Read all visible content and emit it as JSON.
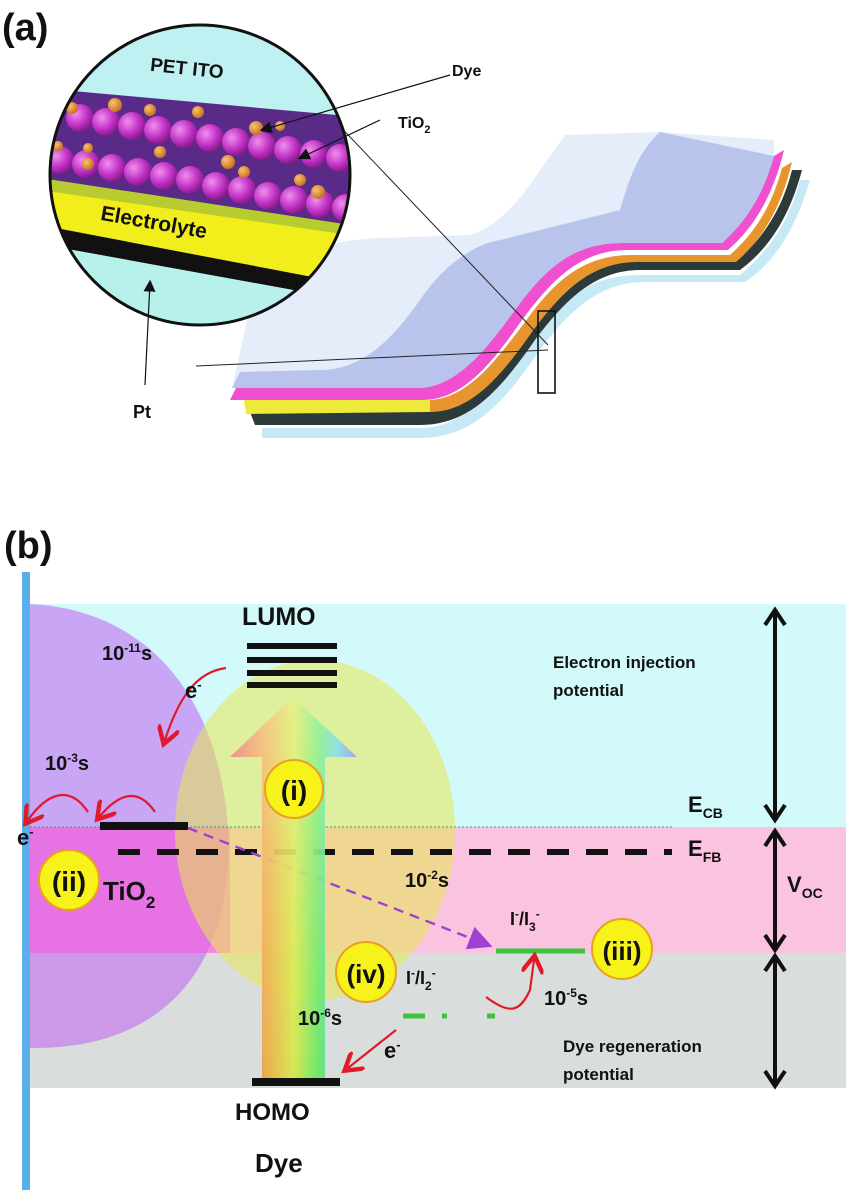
{
  "panel_a": {
    "label": "(a)",
    "inset_labels": {
      "pet_ito": "PET ITO",
      "electrolyte": "Electrolyte"
    },
    "callouts": {
      "dye": "Dye",
      "tio2_base": "TiO",
      "tio2_sub": "2",
      "pt": "Pt"
    },
    "colors": {
      "pet_ito": "#bff0f2",
      "tio2_particle": "#c02fc4",
      "dye_particle": "#e8952e",
      "electrolyte": "#f2ee1c",
      "pt": "#111111",
      "sheet_pink": "#f04fcf",
      "sheet_orange": "#e8952e",
      "sheet_dark": "#2d3a3a",
      "sheet_blue": "#8fb4e8"
    }
  },
  "panel_b": {
    "label": "(b)",
    "levels": {
      "lumo": "LUMO",
      "homo": "HOMO",
      "dye": "Dye",
      "tio2_base": "TiO",
      "tio2_sub": "2",
      "ecb_base": "E",
      "ecb_sub": "CB",
      "efb_base": "E",
      "efb_sub": "FB",
      "voc_base": "V",
      "voc_sub": "OC",
      "redox_i3_a": "I",
      "redox_i3_a_sup": "-",
      "redox_i3_b": "/I",
      "redox_i3_b_sub": "3",
      "redox_i3_b_sup": "-",
      "redox_i2_a": "I",
      "redox_i2_a_sup": "-",
      "redox_i2_b": "/I",
      "redox_i2_b_sub": "2",
      "redox_i2_b_sup": "-"
    },
    "timescales": [
      {
        "base": "10",
        "exp": "-11",
        "unit": "s"
      },
      {
        "base": "10",
        "exp": "-3",
        "unit": "s"
      },
      {
        "base": "10",
        "exp": "-2",
        "unit": "s"
      },
      {
        "base": "10",
        "exp": "-6",
        "unit": "s"
      },
      {
        "base": "10",
        "exp": "-5",
        "unit": "s"
      }
    ],
    "electron": {
      "base": "e",
      "sup": "-"
    },
    "steps": [
      "(i)",
      "(ii)",
      "(iii)",
      "(iv)"
    ],
    "annotations": {
      "electron_injection": [
        "Electron injection",
        "potential"
      ],
      "dye_regeneration": [
        "Dye regeneration",
        "potential"
      ]
    },
    "colors": {
      "band_top": "#d2fafa",
      "band_mid": "#fac4e0",
      "band_low": "#d9dedc",
      "tio2_blob": "#c080f0",
      "dye_blob": "#ecec60",
      "electrode": "#5aaeea",
      "arrow_red": "#e01a2a",
      "arrow_purple": "#a040d0",
      "redox_green": "#3cc43c",
      "step_badge": "#f6f21a"
    }
  }
}
